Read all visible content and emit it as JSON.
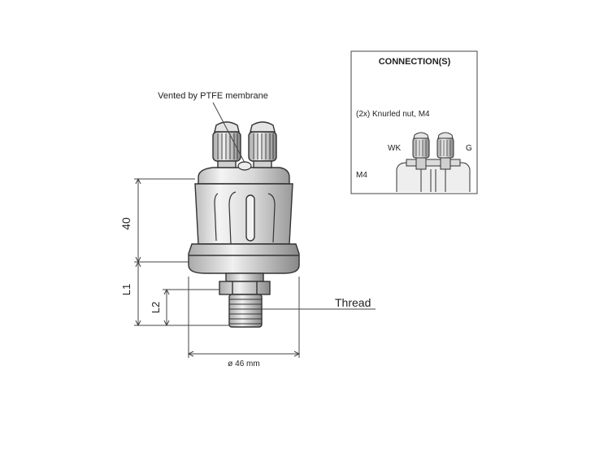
{
  "labels": {
    "vent": "Vented by PTFE membrane",
    "dim_height": "40",
    "dim_l1": "L1",
    "dim_l2": "L2",
    "thread": "Thread",
    "diameter": "ø 46 mm"
  },
  "connections": {
    "title": "CONNECTION(S)",
    "knurled": "(2x) Knurled nut, M4",
    "wk": "WK",
    "g": "G",
    "m4": "M4"
  },
  "colors": {
    "line": "#333333",
    "shade": "#e8e8e8",
    "dark": "#555555"
  }
}
